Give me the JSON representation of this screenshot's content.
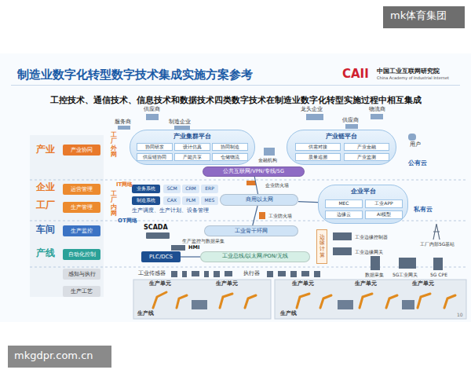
{
  "diagram": {
    "title": "制造业数字化转型数字技术集成实施方案参考",
    "nodes": [
      {
        "text": [
          "产业协同"
        ]
      },
      {
        "text": [
          "产业集群平台"
        ]
      },
      {
        "text": [
          "协同研发"
        ],
        "in": 1
      },
      {
        "text": [
          "设计仿真"
        ],
        "in": 1
      },
      {
        "text": [
          "协同制造"
        ],
        "in": 1
      },
      {
        "text": [
          "供应链协同"
        ],
        "in": 1
      },
      {
        "text": [
          "产能共享"
        ],
        "in": 1
      },
      {
        "text": [
          "仓储物流"
        ],
        "in": 1
      },
      {
        "text": [
          "产业链平台"
        ]
      },
      {
        "text": [
          "供需对接"
        ],
        "in": 8
      },
      {
        "text": [
          "产业金融"
        ],
        "in": 8
      },
      {
        "text": [
          "质量追溯"
        ],
        "in": 8
      },
      {
        "text": [
          "产业监测"
        ],
        "in": 8
      },
      {
        "text": [
          "公共互联网/VPN/专线/5G"
        ]
      },
      {
        "text": [
          "运营管理"
        ]
      },
      {
        "text": [
          "业务系统"
        ]
      },
      {
        "text": [
          "SCM"
        ]
      },
      {
        "text": [
          "CRM"
        ]
      },
      {
        "text": [
          "ERP"
        ]
      },
      {
        "text": [
          "生产管理"
        ]
      },
      {
        "text": [
          "制造系统"
        ]
      },
      {
        "text": [
          "CAX"
        ]
      },
      {
        "text": [
          "PLM"
        ]
      },
      {
        "text": [
          "MES"
        ]
      },
      {
        "text": [
          "商用以太网"
        ]
      },
      {
        "text": [
          "企业平台"
        ]
      },
      {
        "text": [
          "MEC"
        ],
        "in": 25
      },
      {
        "text": [
          "工业APP"
        ],
        "in": 25
      },
      {
        "text": [
          "边缘云"
        ],
        "in": 25
      },
      {
        "text": [
          "AI模型"
        ],
        "in": 25
      },
      {
        "text": [
          "生产监控"
        ]
      },
      {
        "text": [
          "工业骨干环网"
        ]
      },
      {
        "text": [
          "自动化控制"
        ]
      },
      {
        "text": [
          "PLC/DCS"
        ]
      },
      {
        "text": [
          "工业总线/以太网/PON/无线"
        ]
      },
      {
        "text": [
          "边缘计算"
        ]
      },
      {
        "text": [
          "感知与执行"
        ]
      },
      {
        "text": [
          "生产工艺"
        ]
      }
    ],
    "edges": [
      {
        "from": 13,
        "to": 24,
        "arrow": "none"
      },
      {
        "from": 24,
        "to": 25,
        "arrow": "none"
      },
      {
        "from": 24,
        "to": 31,
        "arrow": "none"
      },
      {
        "from": 33,
        "to": 34,
        "arrow": "none"
      }
    ],
    "labels": [
      "mk体育集团",
      "CAII",
      "中国工业互联网研究院",
      "China Academy of Industrial Internet",
      "工控技术、通信技术、信息技术和数据技术四类数字技术在制造业数字化转型实施过程中相互集成",
      "产业",
      "企业",
      "工厂",
      "车间",
      "产线",
      "工厂外网",
      "IT网络",
      "工厂内网",
      "OT网络",
      "供应商",
      "制造企业",
      "服务商",
      "龙头企业",
      "供应商",
      "物流商",
      "用户",
      "金融机构",
      "公有云",
      "企业防火墙",
      "生产调度、生产计划、设备管理",
      "私有云",
      "工业防火墙",
      "SCADA",
      "生产监控与数据采集",
      "HMI",
      "工业边缘控制器",
      "工业边缘网关",
      "工厂内部5G基站",
      "数据采集",
      "5G工业网关",
      "5G CPE",
      "工业传感器",
      "执行器",
      "生产单元",
      "生产单元",
      "生产单元",
      "生产单元",
      "生产单元",
      "生产线",
      "生产线",
      "10",
      "mkgdpr.com.cn"
    ]
  }
}
